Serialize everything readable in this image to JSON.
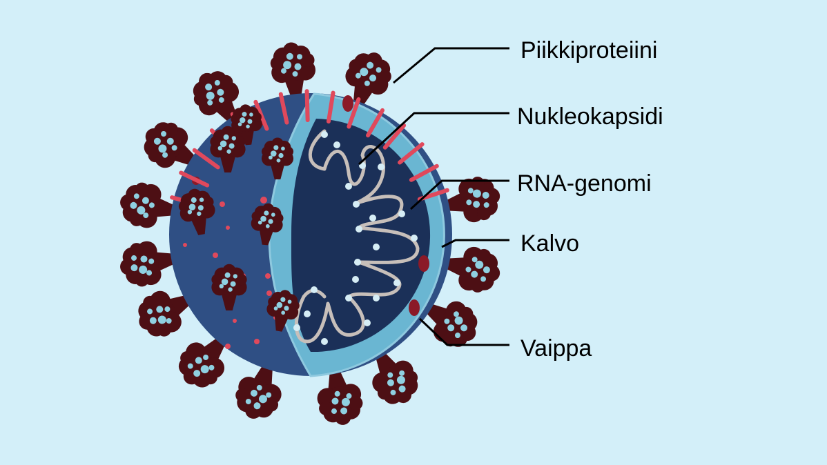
{
  "labels": [
    {
      "id": "spike",
      "text": "Piikkiproteiini"
    },
    {
      "id": "nucleocapsid",
      "text": "Nukleokapsidi"
    },
    {
      "id": "rna",
      "text": "RNA-genomi"
    },
    {
      "id": "membrane",
      "text": "Kalvo"
    },
    {
      "id": "envelope",
      "text": "Vaippa"
    }
  ],
  "colors": {
    "background": "#d3eff9",
    "virus_surface": "#2f4f84",
    "virus_interior": "#1b3058",
    "membrane_band": "#6ab6d2",
    "membrane_edge": "#8ec9df",
    "spike_protein": "#4d0f14",
    "spike_dots": "#8fd0e1",
    "red_proteins": "#e0495c",
    "dark_red_proteins": "#8b1a28",
    "rna_strand": "#c7bfba",
    "nucleocapsid_beads": "#d6edf5",
    "leader_lines": "#000000"
  }
}
